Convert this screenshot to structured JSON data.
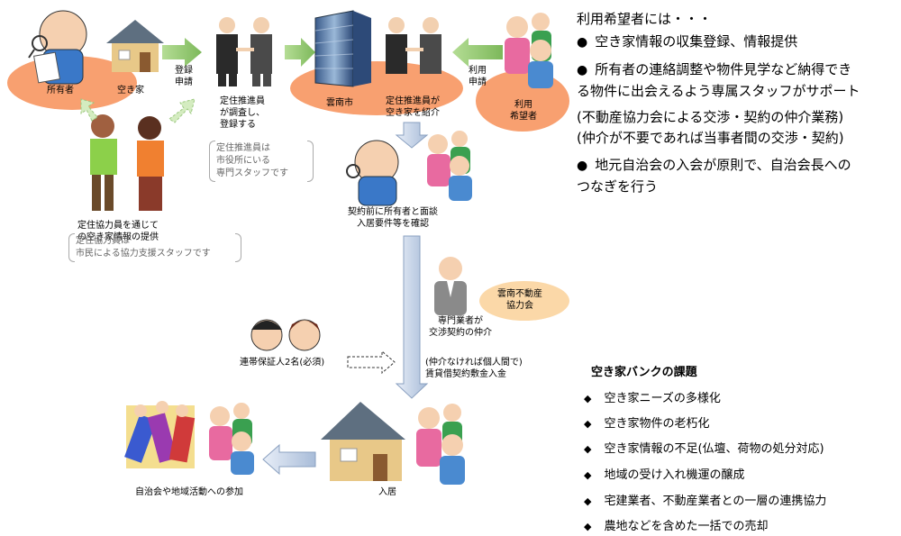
{
  "flow": {
    "owner": "所有者",
    "vacant_house": "空き家",
    "register_apply_1": "登録",
    "register_apply_2": "申請",
    "promoter_survey_1": "定住推進員",
    "promoter_survey_2": "が調査し、",
    "promoter_survey_3": "登録する",
    "city": "雲南市",
    "promoter_intro_1": "定住推進員が",
    "promoter_intro_2": "空き家を紹介",
    "use_apply_1": "利用",
    "use_apply_2": "申請",
    "applicant_1": "利用",
    "applicant_2": "希望者",
    "promoter_note_1": "定住推進員は",
    "promoter_note_2": "市役所にいる",
    "promoter_note_3": "専門スタッフです",
    "cooperator_info_1": "定住協力員を通じて",
    "cooperator_info_2": "の空き家情報の提供",
    "cooperator_note_1": "定住協力員は",
    "cooperator_note_2": "市民による協力支援スタッフです",
    "meeting_1": "契約前に所有者と面談",
    "meeting_2": "入居要件等を確認",
    "association_1": "雲南不動産",
    "association_2": "協力会",
    "agent_1": "専門業者が",
    "agent_2": "交渉契約の仲介",
    "guarantor": "連帯保証人2名(必須)",
    "contract_1": "(仲介なければ個人間で)",
    "contract_2": "賃貸借契約敷金入金",
    "move_in": "入居",
    "community": "自治会や地域活動への参加"
  },
  "right_panel": {
    "title": "利用希望者には・・・",
    "items": [
      {
        "bullet": "●",
        "lines": [
          "空き家情報の収集登録、情報提供"
        ]
      },
      {
        "bullet": "●",
        "lines": [
          "所有者の連絡調整や物件見学など納得でき",
          "る物件に出会えるよう専属スタッフがサポート"
        ]
      },
      {
        "bullet": "",
        "lines": [
          "(不動産協力会による交渉・契約の仲介業務)",
          "(仲介が不要であれば当事者間の交渉・契約)"
        ]
      },
      {
        "bullet": "●",
        "lines": [
          "地元自治会の入会が原則で、自治会長への",
          "つなぎを行う"
        ]
      }
    ]
  },
  "challenges": {
    "title": "空き家バンクの課題",
    "bullet": "◆",
    "items": [
      "空き家ニーズの多様化",
      "空き家物件の老朽化",
      "空き家情報の不足(仏壇、荷物の処分対応)",
      "地域の受け入れ機運の醸成",
      "宅建業者、不動産業者との一層の連携協力",
      "農地などを含めた一括での売却"
    ]
  },
  "colors": {
    "salmon": "#f8a070",
    "arrow_green": "#8cc36a",
    "arrow_lightgreen": "#c8e6b0",
    "arrow_blue": "#b8c8e0",
    "peach": "#fbd8a8"
  }
}
